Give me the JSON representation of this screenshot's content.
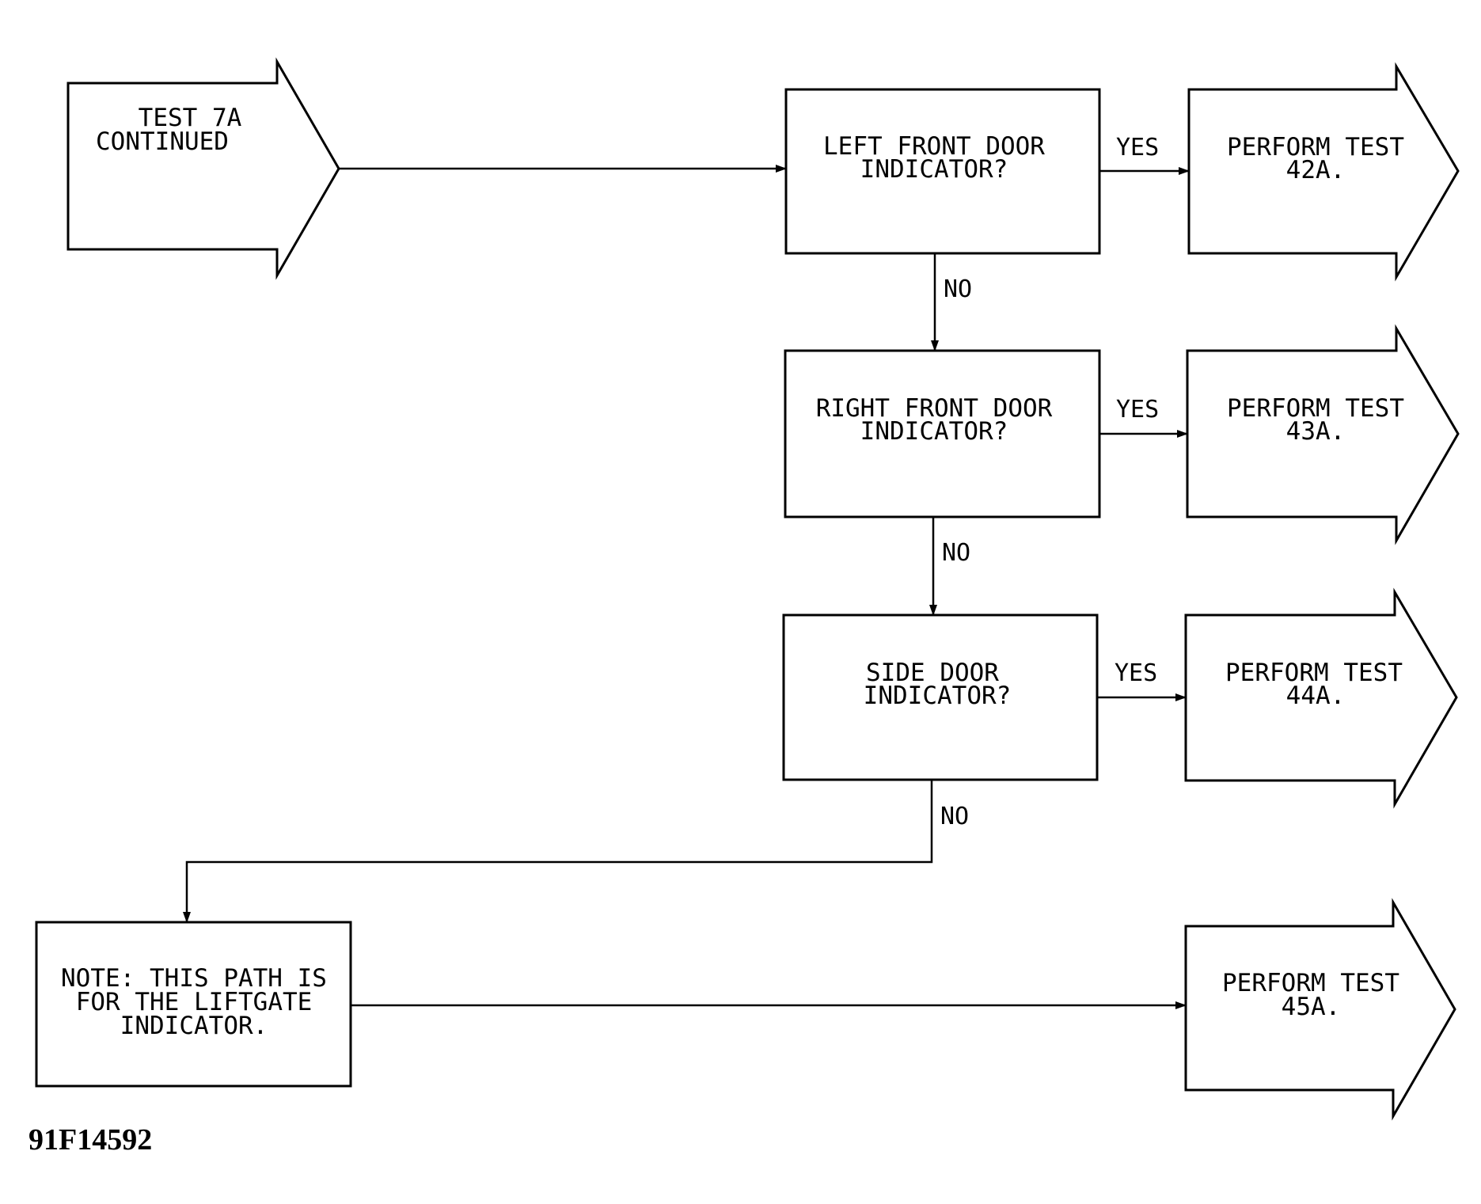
{
  "start": {
    "lines": [
      "TEST 7A",
      "CONTINUED"
    ]
  },
  "decisions": [
    {
      "lines": [
        "LEFT FRONT DOOR",
        "INDICATOR?"
      ],
      "yes_label": "YES",
      "no_label": "NO"
    },
    {
      "lines": [
        "RIGHT FRONT DOOR",
        "INDICATOR?"
      ],
      "yes_label": "YES",
      "no_label": "NO"
    },
    {
      "lines": [
        "SIDE DOOR",
        "INDICATOR?"
      ],
      "yes_label": "YES",
      "no_label": "NO"
    }
  ],
  "note": {
    "lines": [
      "NOTE: THIS PATH IS",
      "FOR THE LIFTGATE",
      "INDICATOR."
    ]
  },
  "outcomes": [
    {
      "lines": [
        "PERFORM TEST",
        "42A."
      ]
    },
    {
      "lines": [
        "PERFORM TEST",
        "43A."
      ]
    },
    {
      "lines": [
        "PERFORM TEST",
        "44A."
      ]
    },
    {
      "lines": [
        "PERFORM TEST",
        "45A."
      ]
    }
  ],
  "figure_id": "91F14592"
}
